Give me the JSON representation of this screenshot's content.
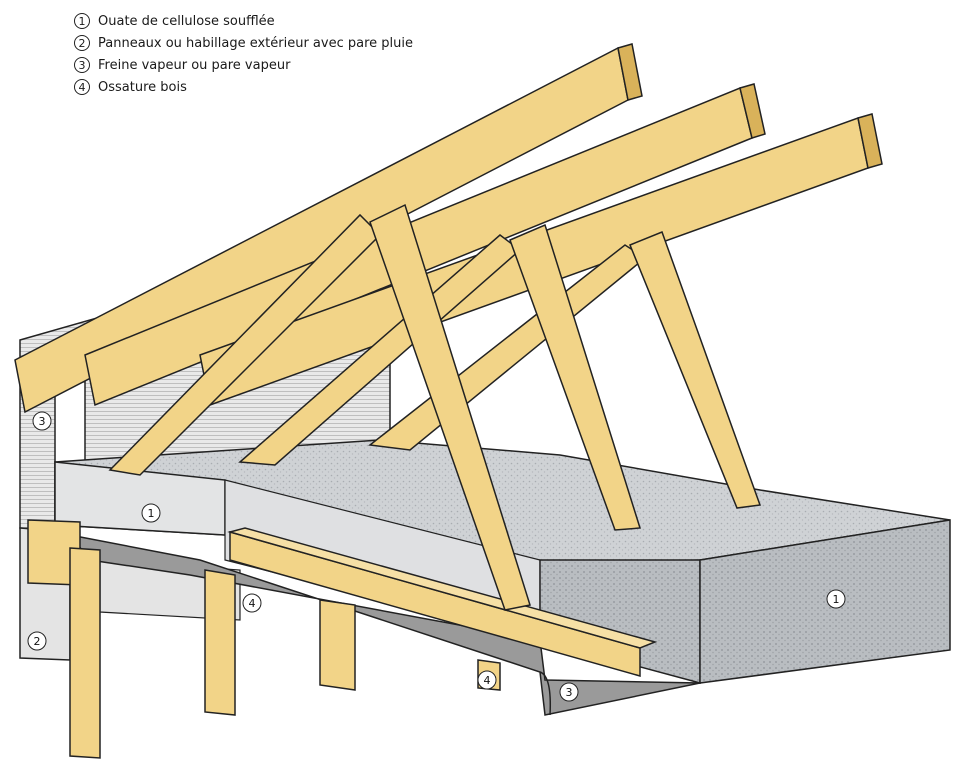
{
  "legend": [
    {
      "num": "1",
      "label": "Ouate de cellulose soufflée"
    },
    {
      "num": "2",
      "label": "Panneaux ou habillage extérieur avec pare pluie"
    },
    {
      "num": "3",
      "label": "Freine vapeur ou pare vapeur"
    },
    {
      "num": "4",
      "label": "Ossature bois"
    }
  ],
  "callouts": {
    "c1a": "1",
    "c1b": "1",
    "c2": "2",
    "c3a": "3",
    "c3b": "3",
    "c4a": "4",
    "c4b": "4"
  },
  "colors": {
    "wood": "#f2d488",
    "wood_dark": "#d9b25a",
    "insulation": "#c9cccf",
    "insulation_side": "#b7bbbf",
    "wall": "#e4e4e4",
    "membrane": "#8a8a8a",
    "outline": "#222222"
  }
}
